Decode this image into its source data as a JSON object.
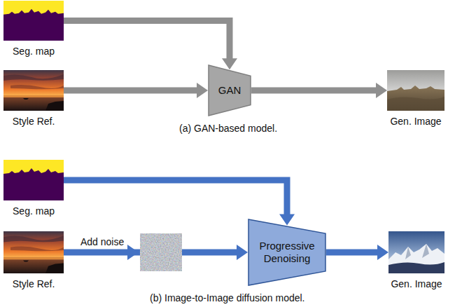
{
  "diagram": {
    "nodes": [
      {
        "text": [
          "Seg. map"
        ]
      },
      {
        "text": [
          "Style Ref."
        ]
      },
      {
        "text": [
          "GAN"
        ]
      },
      {
        "text": [
          "Gen. Image"
        ]
      },
      {
        "text": [
          "Seg. map"
        ]
      },
      {
        "text": [
          "Style Ref."
        ]
      },
      {
        "text": [
          "Progressive Denoising"
        ]
      },
      {
        "text": [
          "Gen. Image"
        ]
      }
    ],
    "edges": [
      {
        "from": 0,
        "to": 2,
        "arrow": "to"
      },
      {
        "from": 1,
        "to": 2,
        "arrow": "to"
      },
      {
        "from": 2,
        "to": 3,
        "arrow": "to"
      },
      {
        "from": 4,
        "to": 6,
        "arrow": "to"
      },
      {
        "from": 5,
        "to": 6,
        "label": "Add noise",
        "arrow": "to"
      },
      {
        "from": 6,
        "to": 7,
        "arrow": "to"
      }
    ],
    "labels": [
      "(a) GAN-based model.",
      "(b) Image-to-Image diffusion model."
    ]
  }
}
